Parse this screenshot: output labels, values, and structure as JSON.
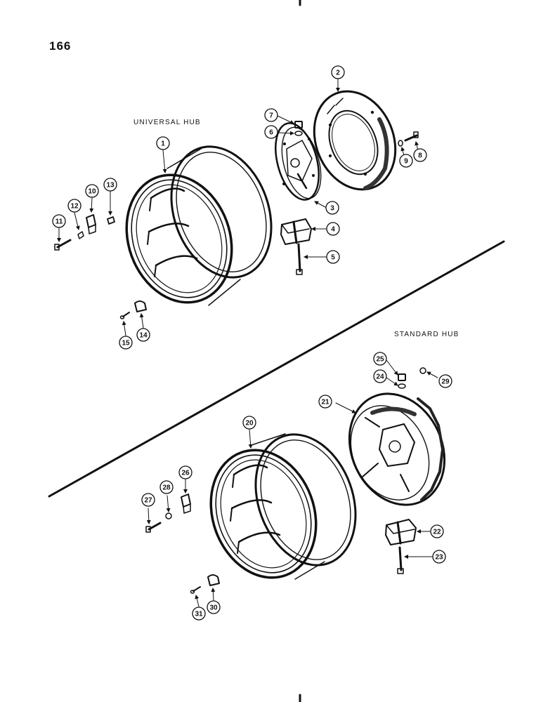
{
  "page": {
    "number": "166"
  },
  "sections": {
    "universal_hub": "UNIVERSAL HUB",
    "standard_hub": "STANDARD HUB"
  },
  "parts": [
    {
      "id": "1"
    },
    {
      "id": "2"
    },
    {
      "id": "3"
    },
    {
      "id": "4"
    },
    {
      "id": "5"
    },
    {
      "id": "6"
    },
    {
      "id": "7"
    },
    {
      "id": "8"
    },
    {
      "id": "9"
    },
    {
      "id": "10"
    },
    {
      "id": "11"
    },
    {
      "id": "12"
    },
    {
      "id": "13"
    },
    {
      "id": "14"
    },
    {
      "id": "15"
    },
    {
      "id": "20"
    },
    {
      "id": "21"
    },
    {
      "id": "22"
    },
    {
      "id": "23"
    },
    {
      "id": "24"
    },
    {
      "id": "25"
    },
    {
      "id": "26"
    },
    {
      "id": "27"
    },
    {
      "id": "28"
    },
    {
      "id": "29"
    },
    {
      "id": "30"
    },
    {
      "id": "31"
    }
  ]
}
